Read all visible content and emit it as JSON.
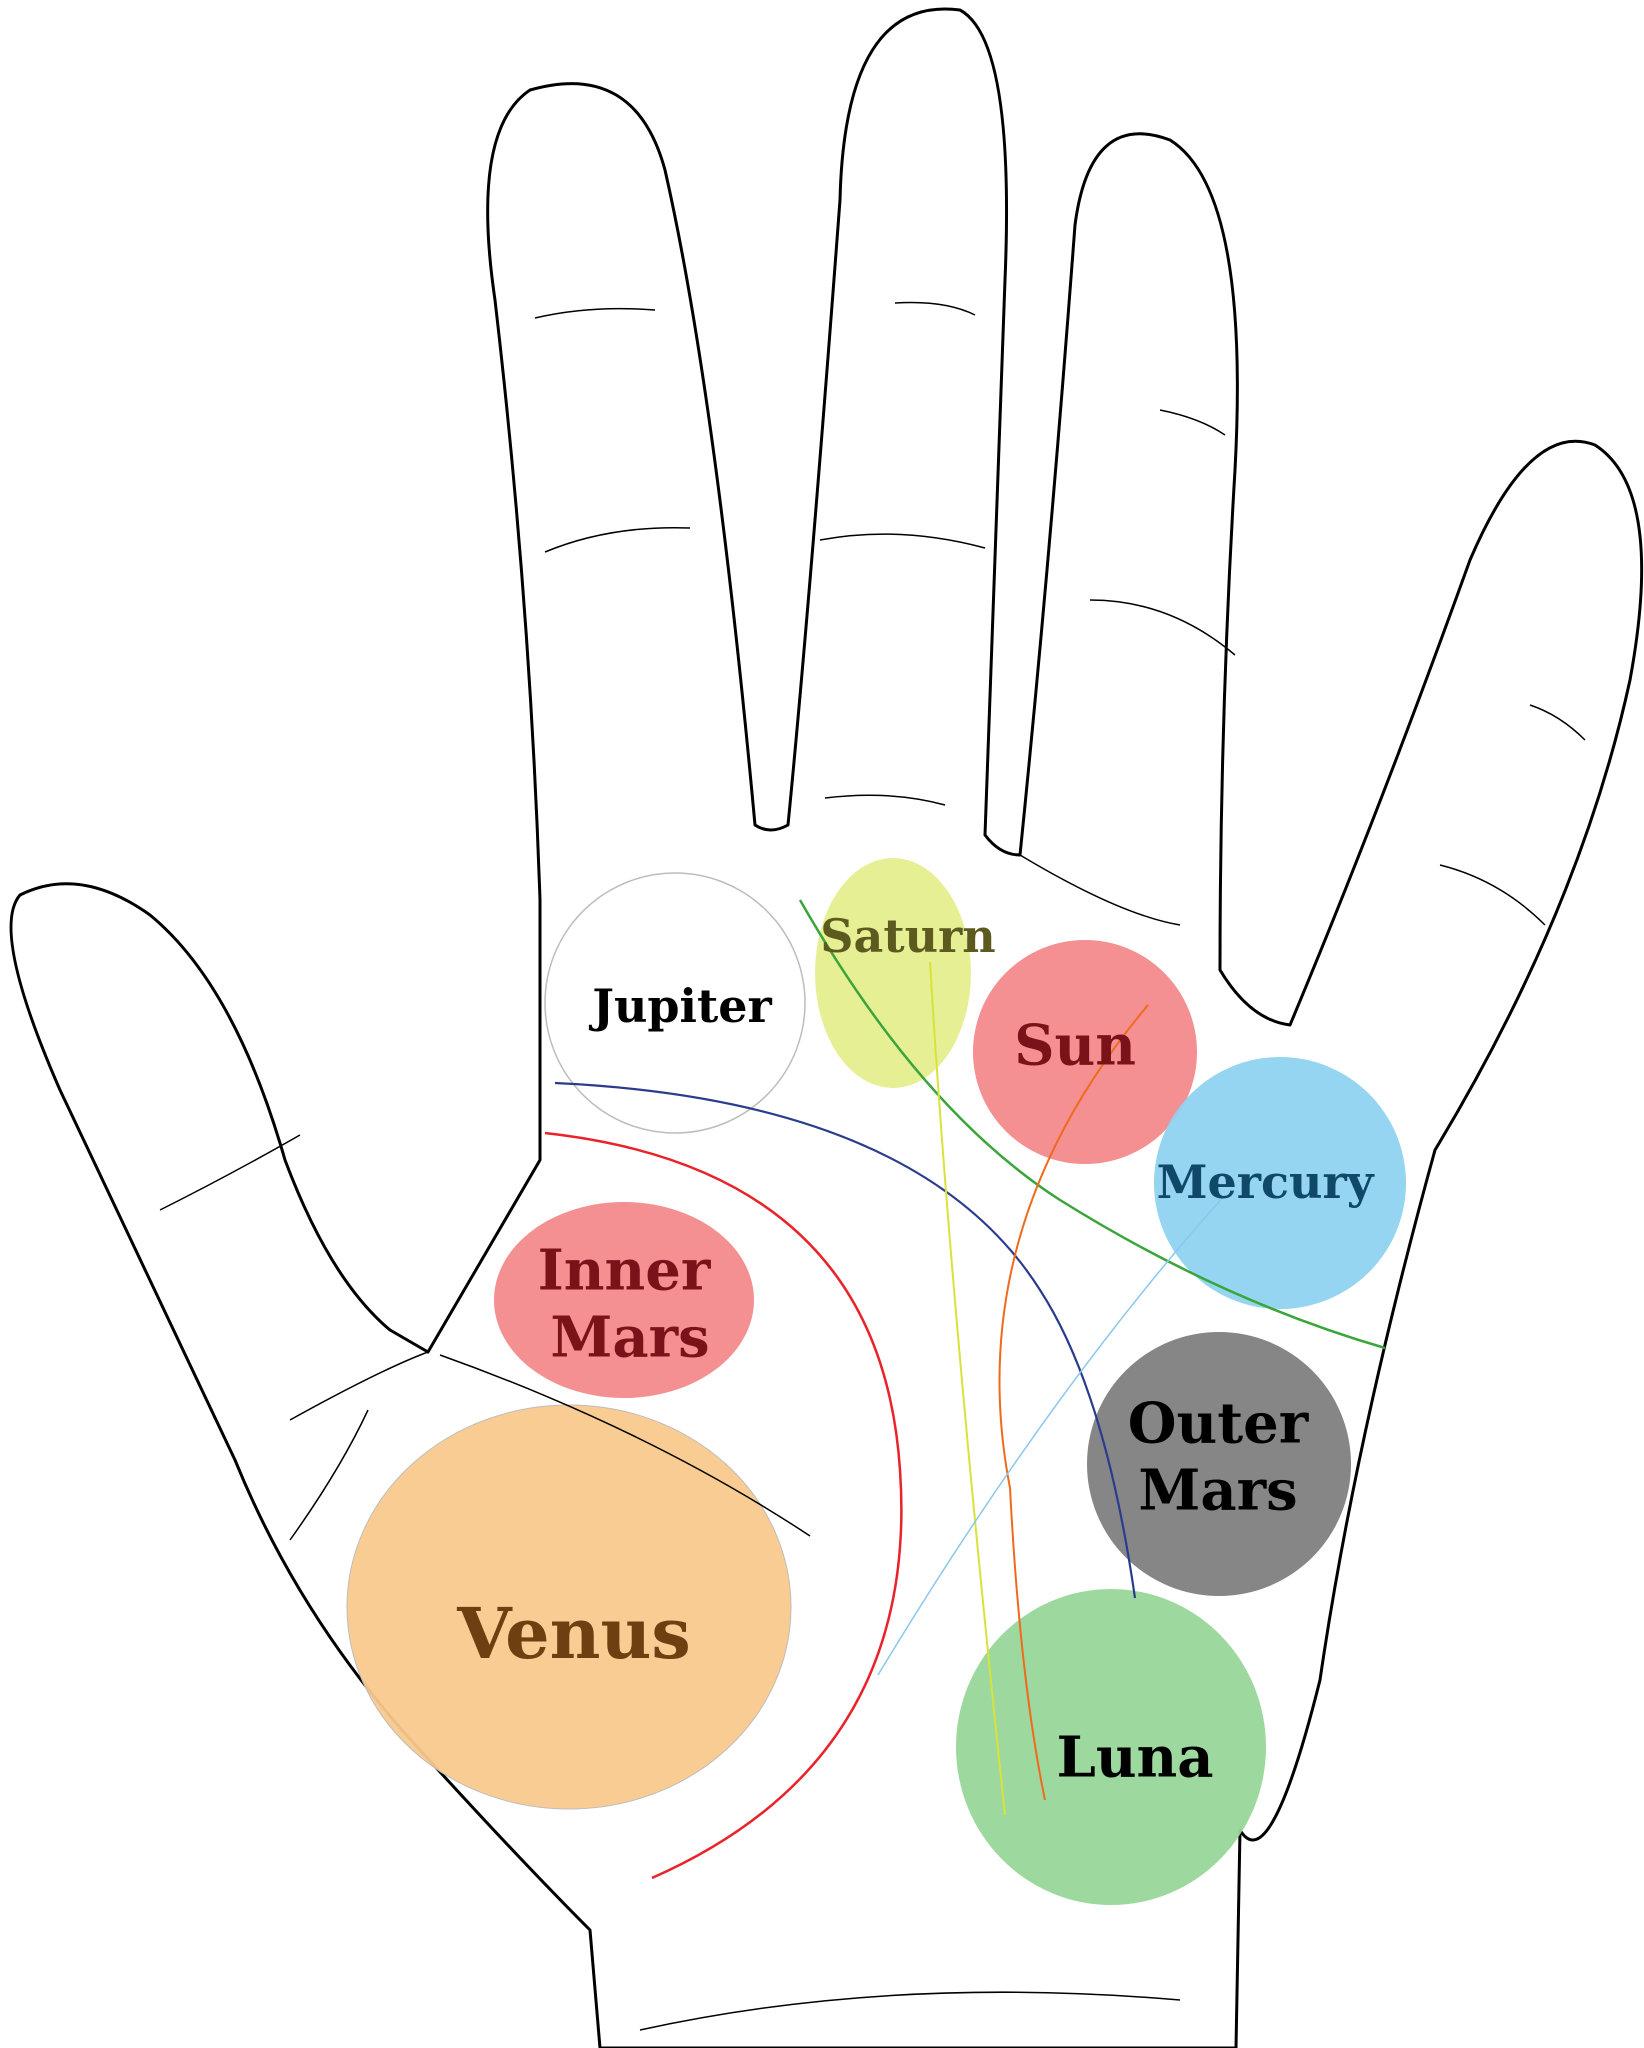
{
  "mounts": {
    "jupiter": {
      "label": "Jupiter",
      "fill": "#ffffff",
      "text_color": "#000000"
    },
    "saturn": {
      "label": "Saturn",
      "fill": "#e6ee8e",
      "text_color": "#5c5a1f"
    },
    "sun": {
      "label": "Sun",
      "fill": "#f3898c",
      "text_color": "#7a1319"
    },
    "mercury": {
      "label": "Mercury",
      "fill": "#8fd3f0",
      "text_color": "#0f4868"
    },
    "inner_mars": {
      "line1": "Inner",
      "line2": "Mars",
      "fill": "#f3898c",
      "text_color": "#7a1319"
    },
    "outer_mars": {
      "line1": "Outer",
      "line2": "Mars",
      "fill": "#7f7f7f",
      "text_color": "#000000"
    },
    "venus": {
      "label": "Venus",
      "fill": "#f9c98d",
      "text_color": "#6e3f10"
    },
    "luna": {
      "label": "Luna",
      "fill": "#98d79a",
      "text_color": "#000000"
    }
  },
  "palm_lines": {
    "life_line": "#e8242a",
    "head_line": "#2b3c8e",
    "heart_line": "#3aa53a",
    "fate_line": "#d9e23a",
    "sun_line": "#f06a1e",
    "mercury_line": "#8bc7ec"
  }
}
